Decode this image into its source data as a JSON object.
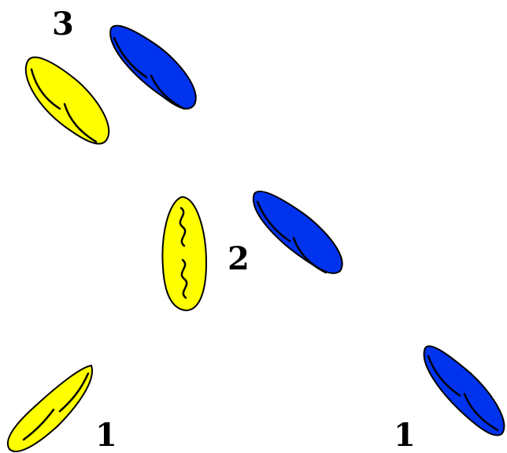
{
  "colors": {
    "yellow": "#ffff00",
    "blue": "#0033ee",
    "outline": "#000000"
  },
  "labels": {
    "step_3": "3",
    "step_2": "2",
    "step_1_left": "1",
    "step_1_right": "1"
  },
  "shapes": [
    {
      "name": "yellow-boat-step-3",
      "color": "yellow",
      "marks": "wake"
    },
    {
      "name": "blue-boat-step-3",
      "color": "blue",
      "marks": "wake"
    },
    {
      "name": "yellow-boat-step-2",
      "color": "yellow",
      "marks": "wavy"
    },
    {
      "name": "blue-boat-step-2",
      "color": "blue",
      "marks": "wake"
    },
    {
      "name": "yellow-boat-step-1",
      "color": "yellow",
      "marks": "wake"
    },
    {
      "name": "blue-boat-step-1",
      "color": "blue",
      "marks": "wake"
    }
  ]
}
